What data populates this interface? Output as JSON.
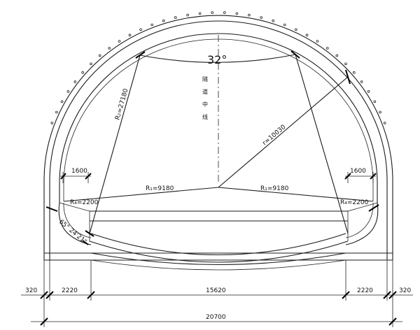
{
  "diagram": {
    "angle_label": "32°",
    "centerline_chars": [
      "隧",
      "道",
      "中",
      "线"
    ],
    "labels": {
      "r_arc": "R₂=27180",
      "r_outer": "r=10030",
      "r1_left": "R₁=9180",
      "r1_right": "R₁=9180",
      "r4_left": "R₄=2200",
      "r4_right": "R₄=2200",
      "offset_left": "1600",
      "offset_right": "1600",
      "corner_angle": "65° 24'21\""
    },
    "dimensions": {
      "left_edge": "320",
      "left_side": "2220",
      "middle": "15620",
      "right_side": "2220",
      "right_edge": "320",
      "total": "20700"
    }
  }
}
